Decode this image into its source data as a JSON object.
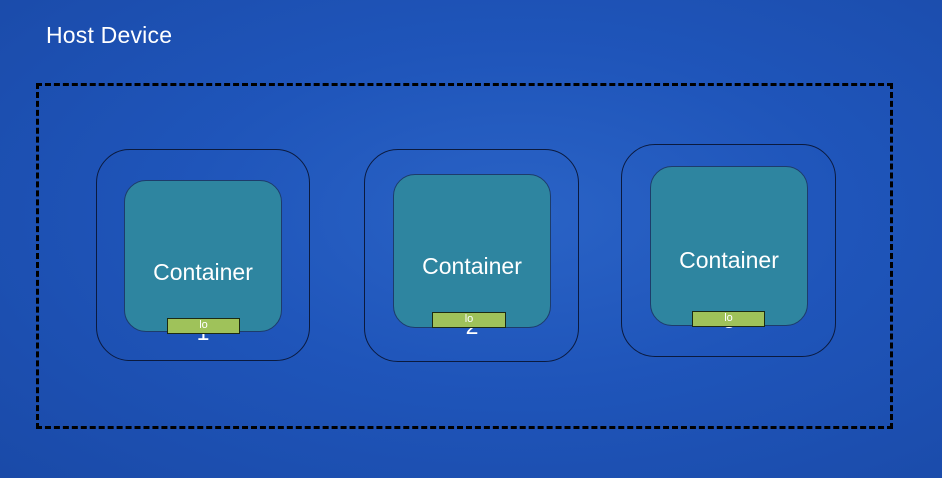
{
  "host": {
    "title": "Host Device"
  },
  "containers": [
    {
      "label_line1": "Container",
      "label_line2": "1",
      "interface": "lo"
    },
    {
      "label_line1": "Container",
      "label_line2": "2",
      "interface": "lo"
    },
    {
      "label_line1": "Container",
      "label_line2": "3",
      "interface": "lo"
    }
  ],
  "colors": {
    "background": "#1f55ba",
    "container_fill": "#2e85a0",
    "interface_fill": "#9fc25a",
    "border": "#000000",
    "text": "#ffffff"
  }
}
